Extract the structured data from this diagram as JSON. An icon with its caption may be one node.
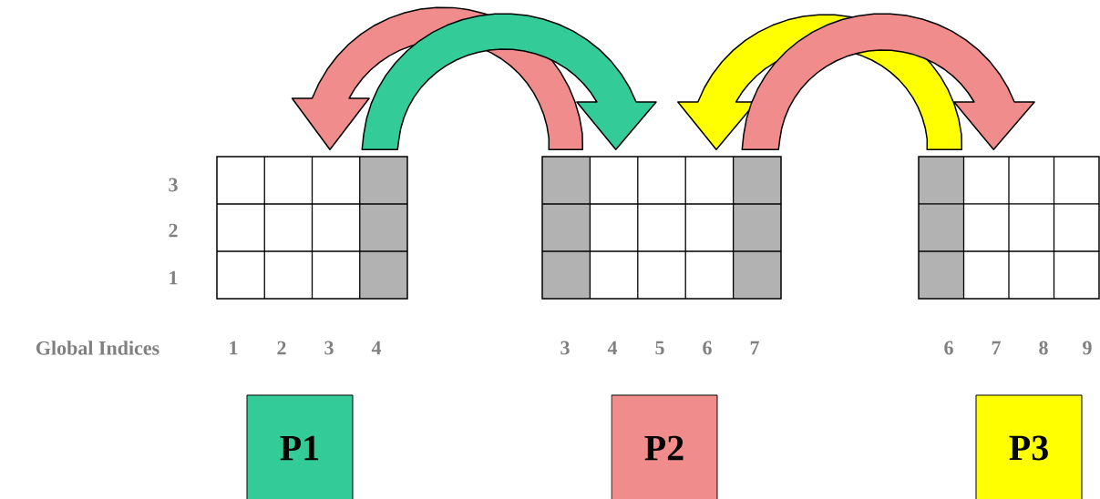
{
  "diagram": {
    "nodes": [
      {
        "text": [],
        "shape": "grid"
      },
      {
        "text": [],
        "shape": "grid"
      },
      {
        "text": [],
        "shape": "grid"
      },
      {
        "text": [
          "P1"
        ]
      },
      {
        "text": [
          "P2"
        ]
      },
      {
        "text": [
          "P3"
        ]
      }
    ],
    "edges": [
      {
        "from": 1,
        "to": 0,
        "arrow": "to",
        "style": "thick",
        "color": "#f08c8c"
      },
      {
        "from": 0,
        "to": 1,
        "arrow": "to",
        "style": "thick",
        "color": "#33cc99"
      },
      {
        "from": 2,
        "to": 1,
        "arrow": "to",
        "style": "thick",
        "color": "#ffff00"
      },
      {
        "from": 1,
        "to": 2,
        "arrow": "to",
        "style": "thick",
        "color": "#f08c8c"
      }
    ],
    "labels": [
      "3",
      "2",
      "1",
      "Global Indices",
      "1",
      "2",
      "3",
      "4",
      "3",
      "4",
      "5",
      "6",
      "7",
      "6",
      "7",
      "8",
      "9"
    ]
  }
}
